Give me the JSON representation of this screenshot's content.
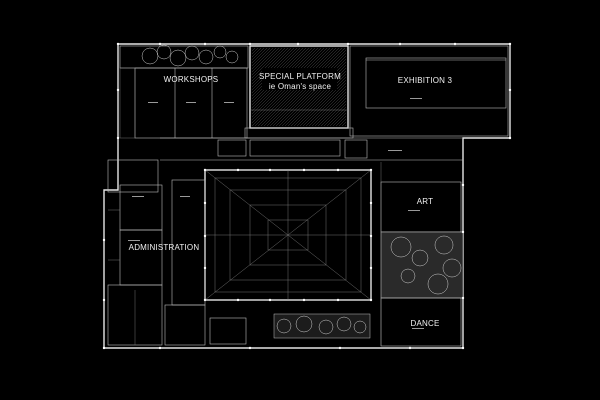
{
  "rooms": {
    "workshops": "WORKSHOPS",
    "special_platform": "SPECIAL PLATFORM",
    "special_platform_sub": "ie Oman's space",
    "exhibition": "EXHIBITION 3",
    "art": "ART",
    "administration": "ADMINISTRATION",
    "dance": "DANCE"
  },
  "colors": {
    "background": "#000000",
    "lines": "#e6e6e6",
    "planting": "#cfcfcf"
  }
}
